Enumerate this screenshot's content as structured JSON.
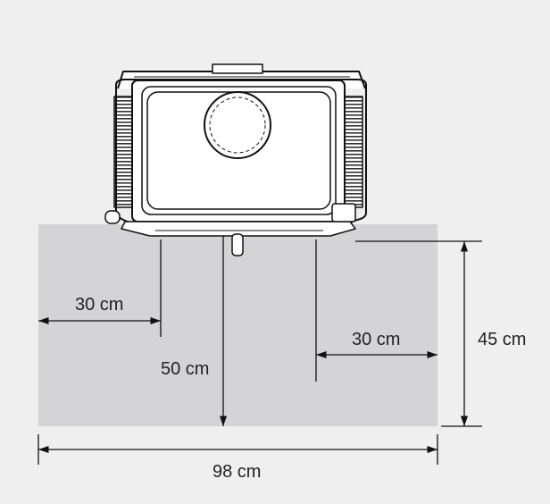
{
  "colors": {
    "background": "#efefef",
    "floor_plate": "#d4d4d6",
    "lines": "#111111",
    "stove_fill": "#ffffff"
  },
  "dimensions": {
    "left_clearance": "30 cm",
    "right_clearance": "30 cm",
    "front_clearance": "50 cm",
    "depth": "45 cm",
    "total_width": "98 cm"
  }
}
